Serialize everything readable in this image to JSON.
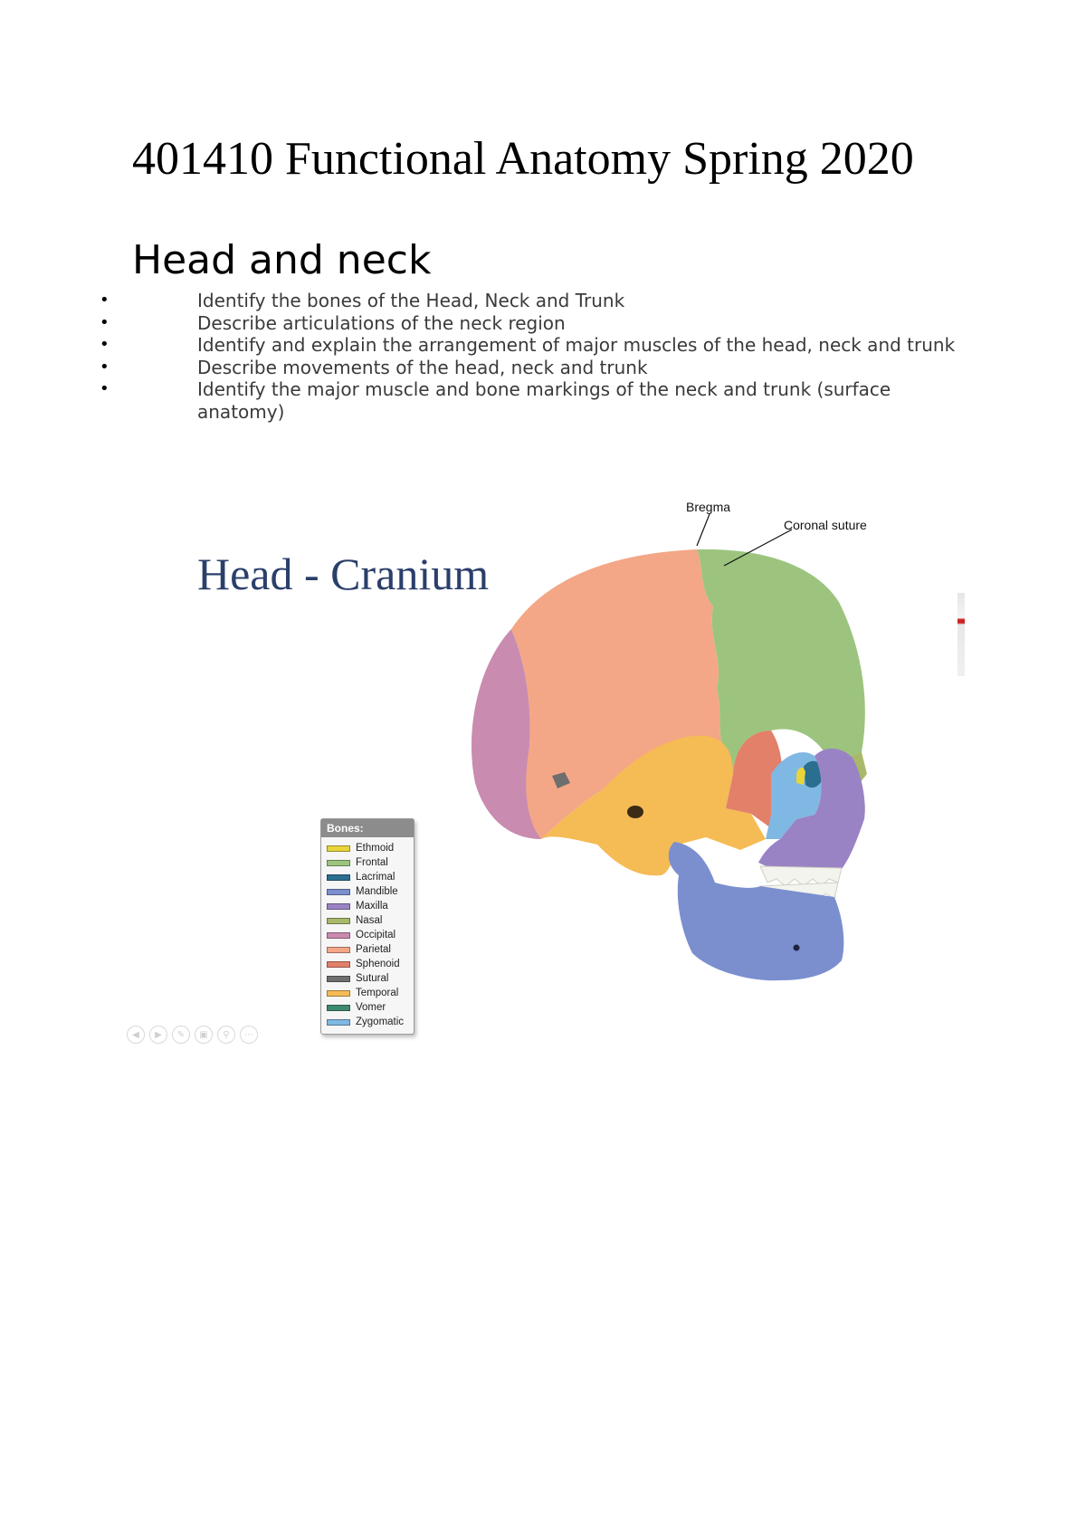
{
  "document": {
    "title": "401410 Functional Anatomy Spring 2020",
    "section_heading": "Head and neck",
    "objectives": [
      "Identify the bones of the Head, Neck and Trunk",
      "Describe articulations of the neck region",
      "Identify and explain the arrangement of major muscles of the head, neck and trunk",
      "Describe movements of the head, neck and trunk",
      "Identify the major muscle and bone markings of the neck and trunk (surface anatomy)"
    ]
  },
  "slide": {
    "title": "Head - Cranium",
    "annotations": {
      "bregma": "Bregma",
      "coronal_suture": "Coronal suture"
    },
    "legend": {
      "header": "Bones:",
      "items": [
        {
          "label": "Ethmoid",
          "color": "#e8d53a"
        },
        {
          "label": "Frontal",
          "color": "#9cc47e"
        },
        {
          "label": "Lacrimal",
          "color": "#2a6f8f"
        },
        {
          "label": "Mandible",
          "color": "#7b8fcf"
        },
        {
          "label": "Maxilla",
          "color": "#9a83c4"
        },
        {
          "label": "Nasal",
          "color": "#a8b96a"
        },
        {
          "label": "Occipital",
          "color": "#c98bb0"
        },
        {
          "label": "Parietal",
          "color": "#f3a786"
        },
        {
          "label": "Sphenoid",
          "color": "#e2806a"
        },
        {
          "label": "Sutural",
          "color": "#6e6e6e"
        },
        {
          "label": "Temporal",
          "color": "#f5bb55"
        },
        {
          "label": "Vomer",
          "color": "#3f8a6e"
        },
        {
          "label": "Zygomatic",
          "color": "#7fb8e3"
        }
      ]
    },
    "controls": [
      "previous-icon",
      "play-icon",
      "pen-icon",
      "slides-icon",
      "zoom-icon",
      "more-icon"
    ]
  }
}
